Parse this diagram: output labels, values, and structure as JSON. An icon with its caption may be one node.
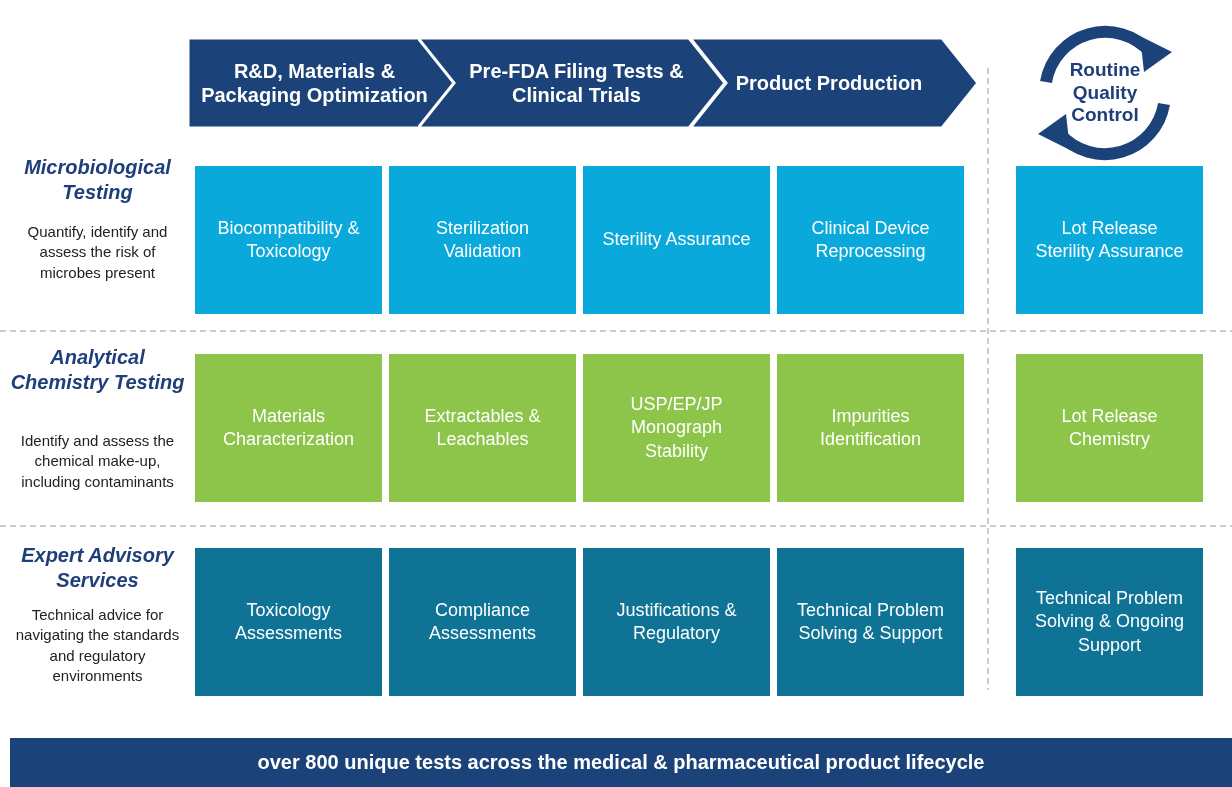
{
  "diagram": {
    "nodes": [
      {
        "text": [
          "R&D, Materials & Packaging Optimization"
        ]
      },
      {
        "text": [
          "Pre-FDA Filing Tests & Clinical Trials"
        ]
      },
      {
        "text": [
          "Product Production"
        ]
      },
      {
        "text": [
          "Routine Quality Control"
        ]
      },
      {
        "text": [
          "Biocompatibility & Toxicology"
        ]
      },
      {
        "text": [
          "Sterilization Validation"
        ]
      },
      {
        "text": [
          "Sterility Assurance"
        ]
      },
      {
        "text": [
          "Clinical Device Reprocessing"
        ]
      },
      {
        "text": [
          "Lot Release Sterility Assurance"
        ]
      },
      {
        "text": [
          "Materials Characterization"
        ]
      },
      {
        "text": [
          "Extractables & Leachables"
        ]
      },
      {
        "text": [
          "USP/EP/JP Monograph Stability"
        ]
      },
      {
        "text": [
          "Impurities Identification"
        ]
      },
      {
        "text": [
          "Lot Release Chemistry"
        ]
      },
      {
        "text": [
          "Toxicology Assessments"
        ]
      },
      {
        "text": [
          "Compliance Assessments"
        ]
      },
      {
        "text": [
          "Justifications & Regulatory"
        ]
      },
      {
        "text": [
          "Technical Problem Solving & Support"
        ]
      },
      {
        "text": [
          "Technical Problem Solving & Ongoing Support"
        ]
      },
      {
        "text": [
          "over 800 unique tests across the medical & pharmaceutical product lifecycle"
        ]
      }
    ],
    "labels": [
      "Microbiological Testing",
      "Quantify, identify and assess the risk of microbes present",
      "Analytical Chemistry Testing",
      "Identify and assess the chemical make-up, including contaminants",
      "Expert Advisory Services",
      "Technical advice for navigating the standards and regulatory environments"
    ]
  }
}
